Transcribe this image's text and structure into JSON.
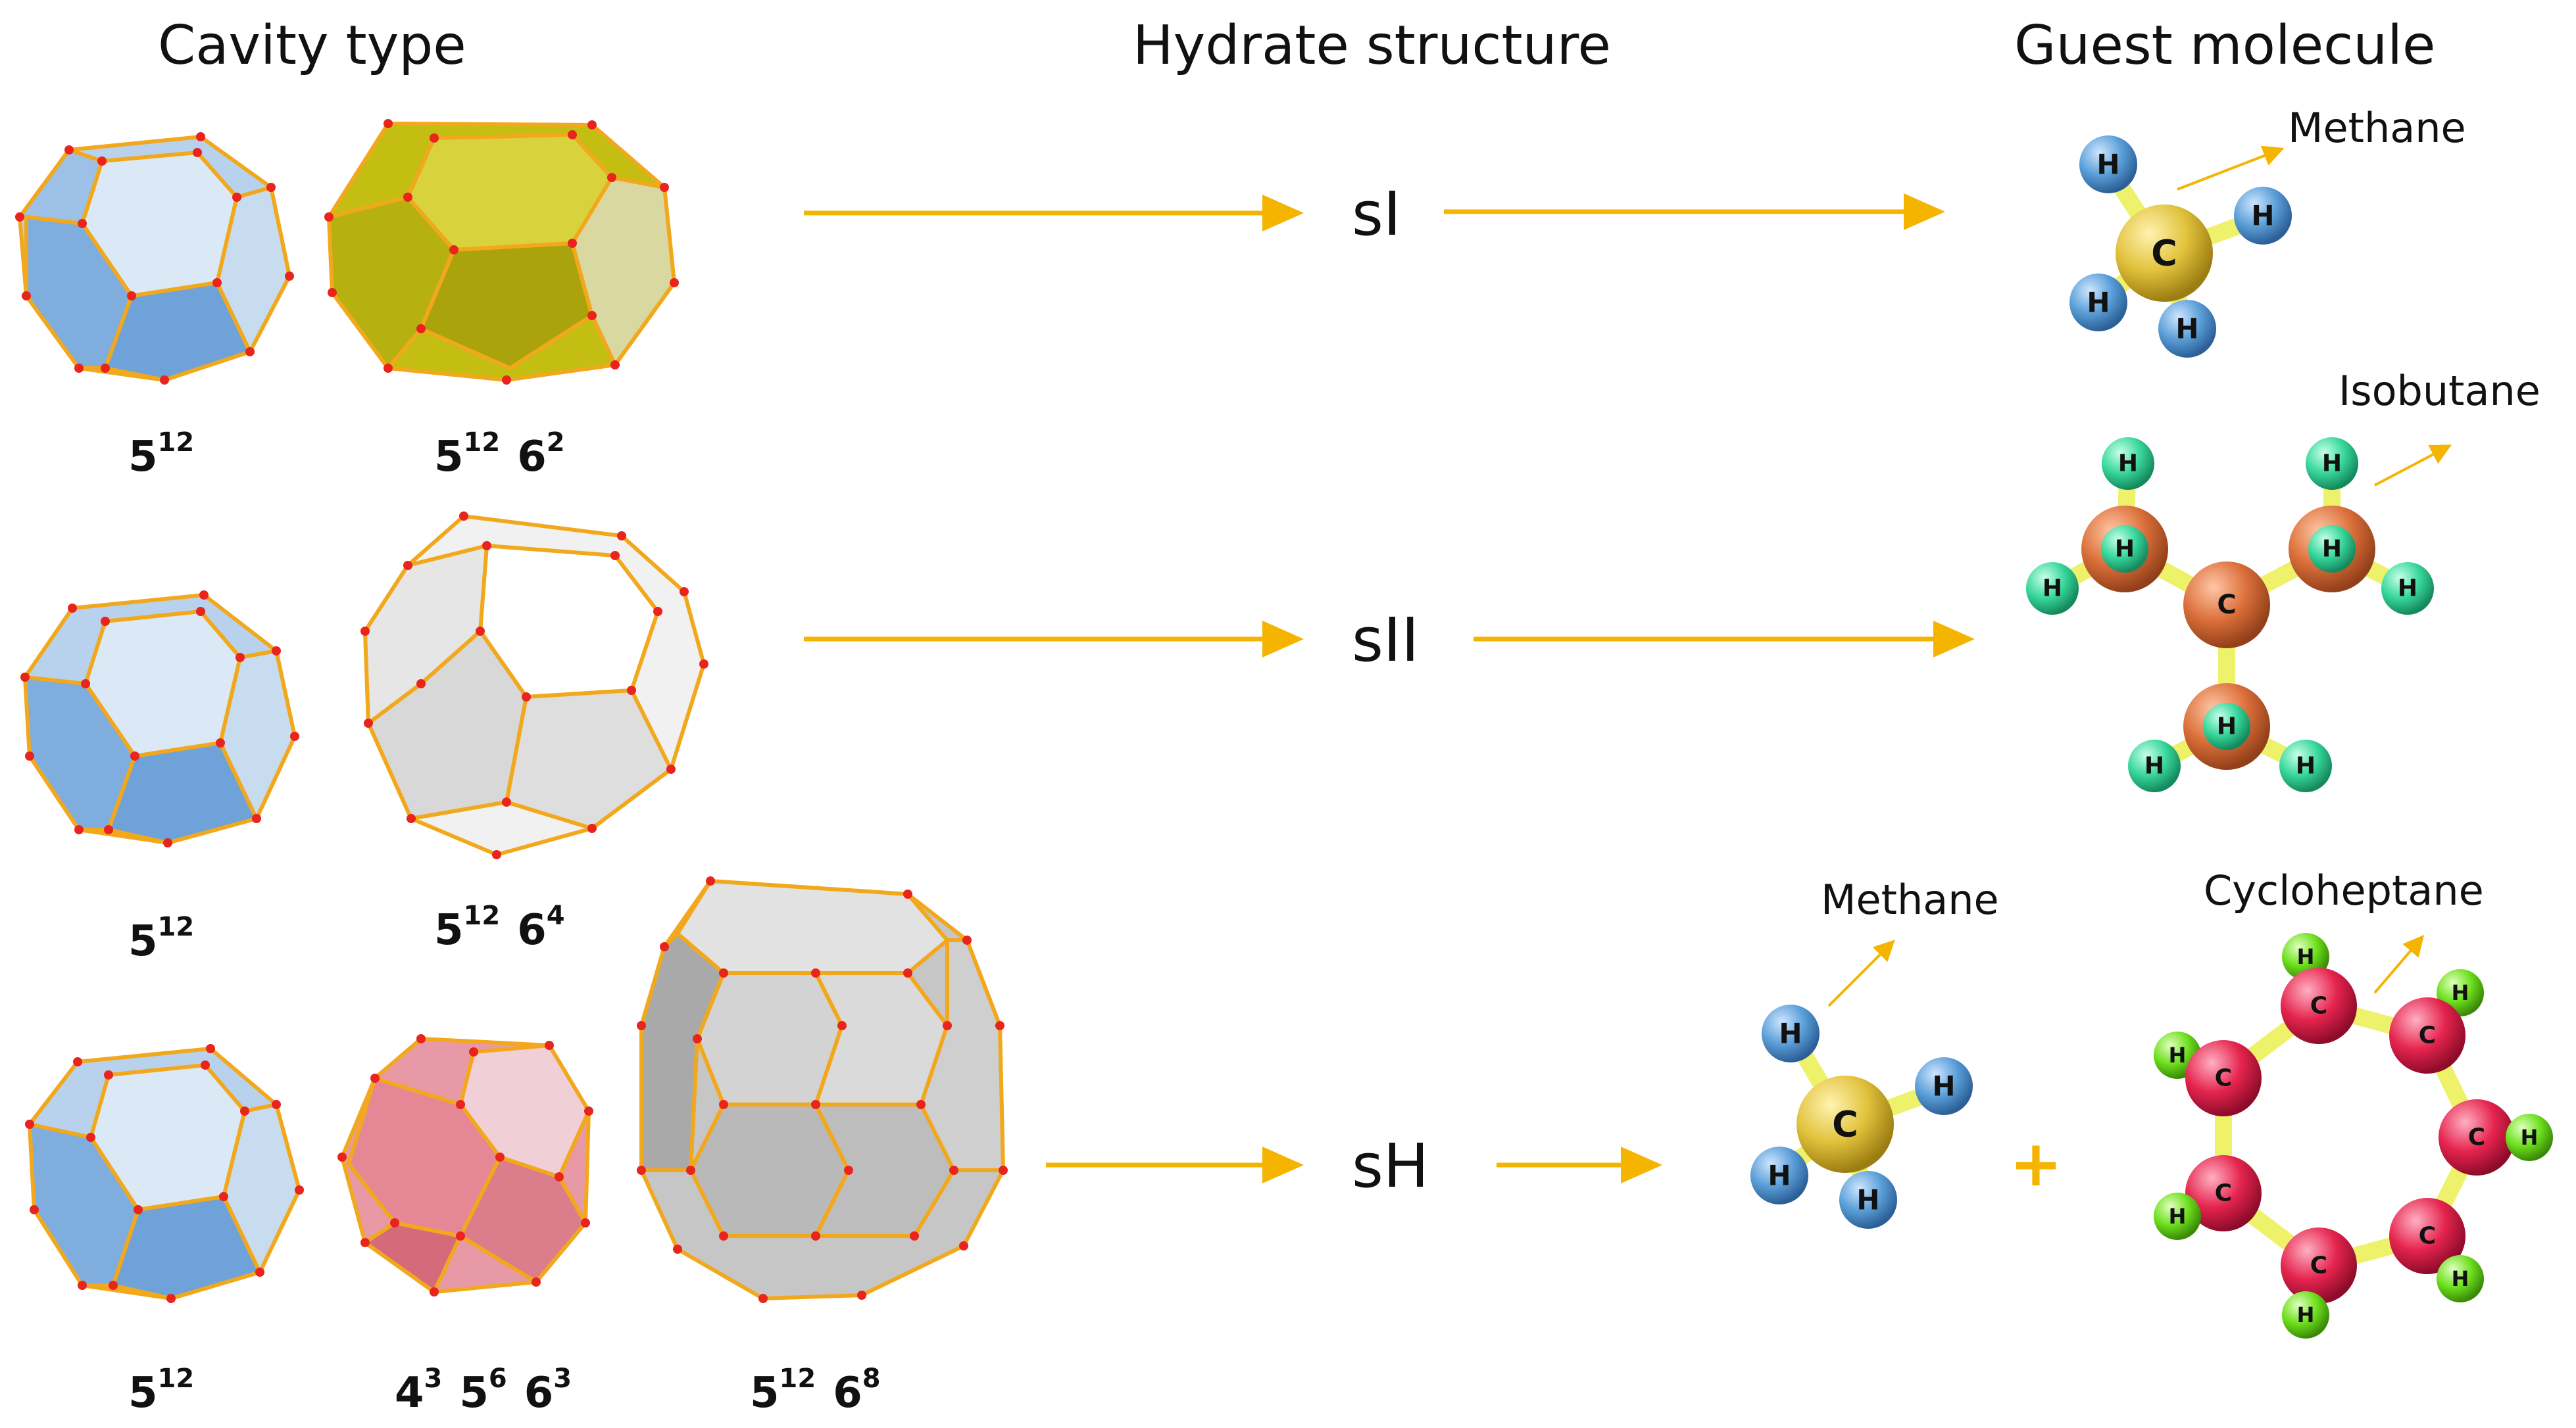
{
  "headers": {
    "cavity": "Cavity type",
    "structure": "Hydrate structure",
    "guest": "Guest molecule"
  },
  "structures": {
    "s1": "sI",
    "s2": "sII",
    "sH": "sH"
  },
  "cavity_labels": [
    {
      "id": "r1c1",
      "parts": [
        {
          "base": "5",
          "exp": "12"
        }
      ]
    },
    {
      "id": "r1c2",
      "parts": [
        {
          "base": "5",
          "exp": "12"
        },
        {
          "base": "6",
          "exp": "2"
        }
      ]
    },
    {
      "id": "r2c1",
      "parts": [
        {
          "base": "5",
          "exp": "12"
        }
      ]
    },
    {
      "id": "r2c2",
      "parts": [
        {
          "base": "5",
          "exp": "12"
        },
        {
          "base": "6",
          "exp": "4"
        }
      ]
    },
    {
      "id": "r3c1",
      "parts": [
        {
          "base": "5",
          "exp": "12"
        }
      ]
    },
    {
      "id": "r3c2",
      "parts": [
        {
          "base": "4",
          "exp": "3"
        },
        {
          "base": "5",
          "exp": "6"
        },
        {
          "base": "6",
          "exp": "3"
        }
      ]
    },
    {
      "id": "r3c3",
      "parts": [
        {
          "base": "5",
          "exp": "12"
        },
        {
          "base": "6",
          "exp": "8"
        }
      ]
    }
  ],
  "guests": {
    "methane_1": "Methane",
    "isobutane": "Isobutane",
    "methane_2": "Methane",
    "cycloheptane": "Cycloheptane",
    "plus": "+"
  },
  "atoms": {
    "carbon": "C",
    "hydrogen": "H"
  },
  "colors": {
    "arrow": "#f4b400",
    "bond": "#eef26a",
    "edge": "#f2a81d",
    "vertex": "#e8241c",
    "blue_cage": "#a9c8ea",
    "olive_cage": "#c4be12",
    "white_cage": "#eeeeee",
    "pink_cage": "#e79aa6",
    "gray_cage": "#c6c6c6",
    "carbon_methane": "#e1c23c",
    "hydrogen_methane": "#5b9fd8",
    "carbon_isobutane": "#db6f3a",
    "hydrogen_isobutane": "#38d79b",
    "carbon_cycloheptane": "#e5244e",
    "hydrogen_cycloheptane": "#6ee01e"
  }
}
